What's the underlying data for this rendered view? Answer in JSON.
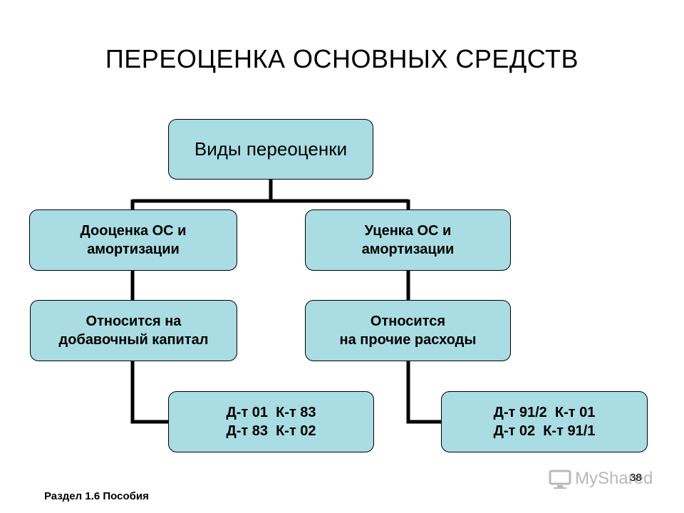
{
  "title": "ПЕРЕОЦЕНКА ОСНОВНЫХ СРЕДСТВ",
  "diagram": {
    "root": {
      "label": "Виды переоценки"
    },
    "left": {
      "heading": [
        "Дооценка ОС и",
        "амортизации"
      ],
      "relates": [
        "Относится на",
        "добавочный капитал"
      ],
      "entries": [
        "Д-т 01  К-т 83",
        "Д-т 83  К-т 02"
      ]
    },
    "right": {
      "heading": [
        "Уценка ОС и",
        "амортизации"
      ],
      "relates": [
        "Относится",
        "на прочие расходы"
      ],
      "entries": [
        "Д-т 91/2  К-т 01",
        "Д-т 02  К-т 91/1"
      ]
    }
  },
  "footer": {
    "source": "Раздел 1.6 Пособия",
    "page": "38"
  },
  "watermark": {
    "text": "MyShared"
  },
  "colors": {
    "box_fill": "#a9dce3",
    "connector": "#000000",
    "watermark": "#b8b8b8"
  }
}
